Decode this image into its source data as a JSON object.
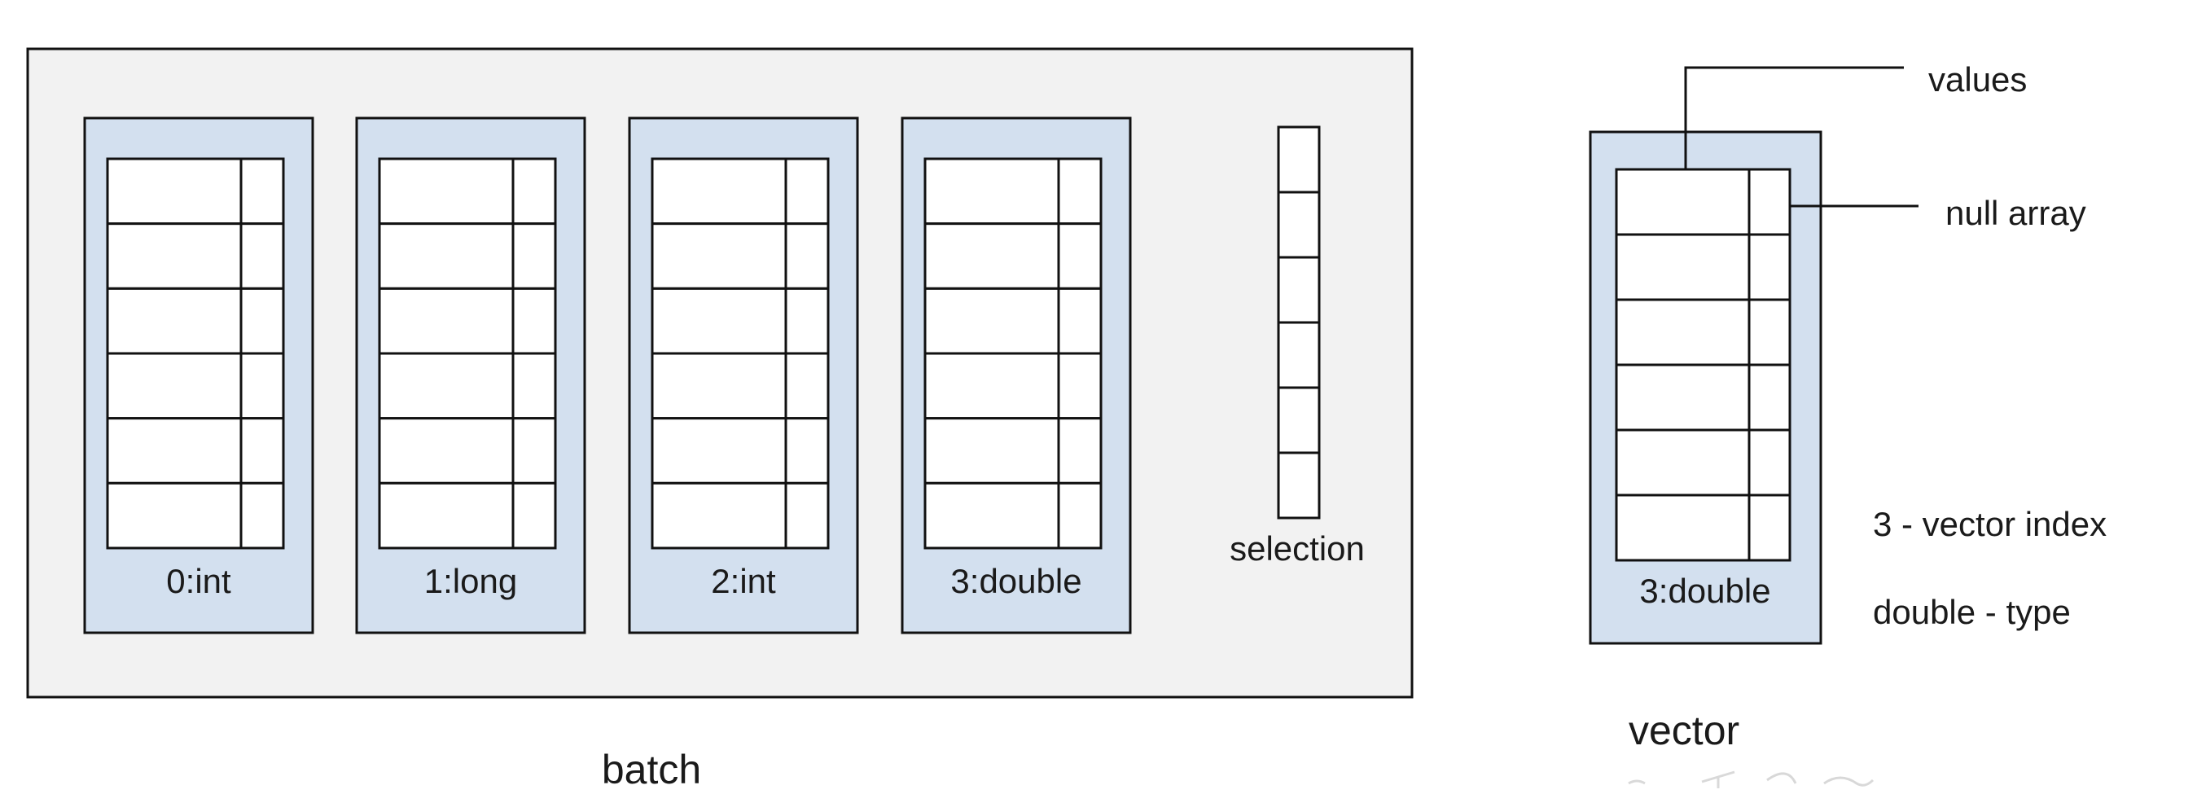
{
  "batch": {
    "label": "batch",
    "columns": [
      {
        "label": "0:int"
      },
      {
        "label": "1:long"
      },
      {
        "label": "2:int"
      },
      {
        "label": "3:double"
      }
    ],
    "rows_per_column": 6,
    "selection": {
      "label": "selection",
      "cells": 6
    }
  },
  "vector": {
    "label": "vector",
    "column_label": "3:double",
    "rows": 6,
    "callouts": {
      "values": "values",
      "null_array": "null array"
    },
    "notes": [
      "3 - vector index",
      "double - type"
    ]
  },
  "colors": {
    "batch_bg": "#f2f2f2",
    "column_bg": "#d3e0ef",
    "cell_bg": "#ffffff",
    "stroke": "#111111"
  }
}
